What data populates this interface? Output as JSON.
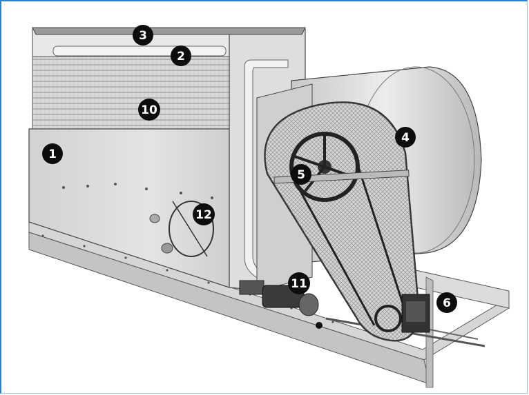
{
  "photo": {
    "subject": "industrial cooling unit with centrifugal fan and belt drive",
    "callouts": [
      "1",
      "2",
      "3",
      "4",
      "5",
      "6",
      "10",
      "11",
      "12"
    ]
  }
}
